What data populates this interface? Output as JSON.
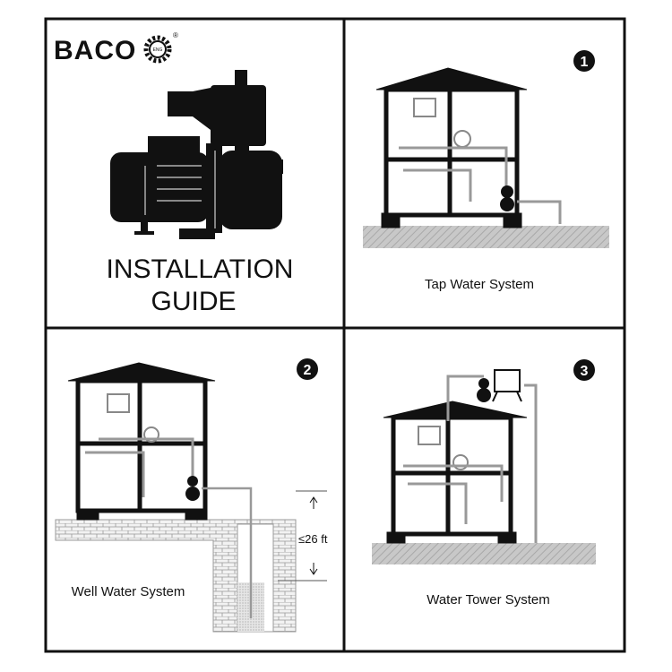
{
  "brand": {
    "name": "BACO",
    "registered": "®",
    "gear_text": "ENG"
  },
  "cover": {
    "title_line1": "INSTALLATION",
    "title_line2": "GUIDE"
  },
  "panels": [
    {
      "number": "1",
      "label": "Tap Water System"
    },
    {
      "number": "2",
      "label": "Well Water System",
      "depth_label": "≤26 ft"
    },
    {
      "number": "3",
      "label": "Water Tower System"
    }
  ],
  "colors": {
    "line": "#111111",
    "ground": "#bdbdbd",
    "pipe": "#9a9a9a"
  }
}
